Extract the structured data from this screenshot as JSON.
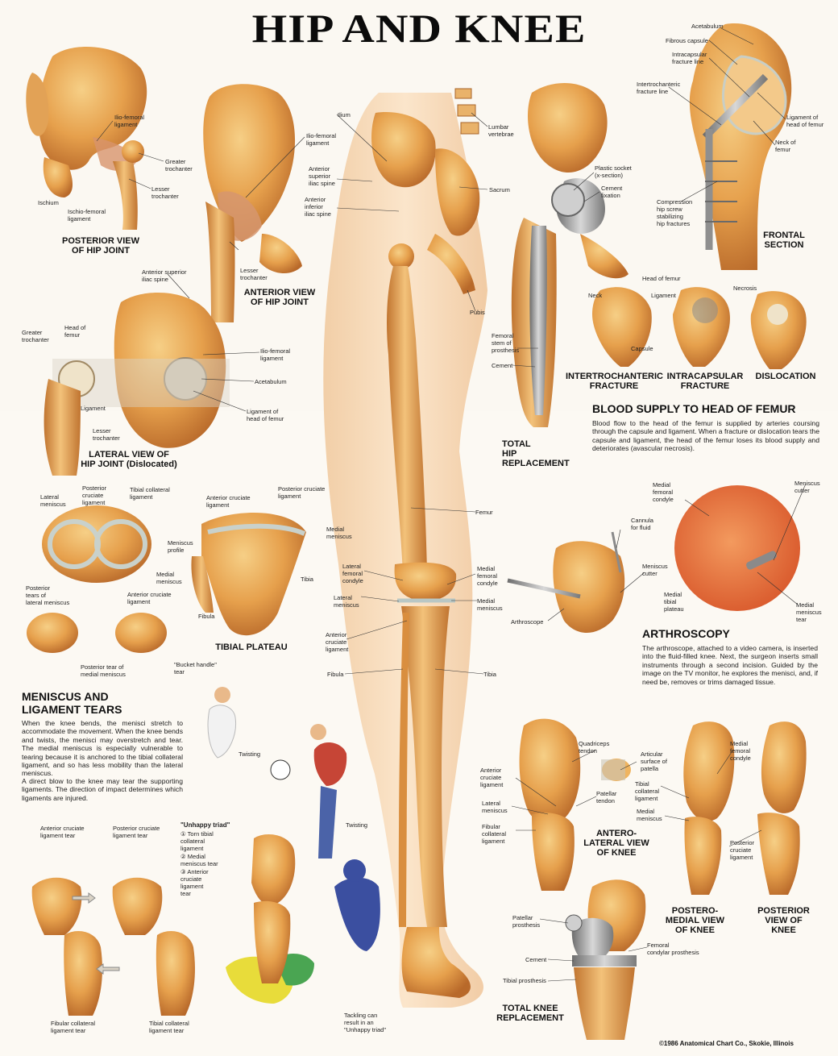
{
  "title": "HIP AND KNEE",
  "copyright": "©1986 Anatomical Chart Co., Skokie, Illinois",
  "colors": {
    "bone": "#e8a651",
    "bone_dark": "#b86a24",
    "ligament": "#d89b74",
    "metal": "#9b9b9b",
    "cartilage": "#cfd9d6",
    "background": "#fbf8f2"
  },
  "sections": {
    "posterior_hip": {
      "caption": "POSTERIOR VIEW\nOF HIP JOINT",
      "labels": [
        "Ilio-femoral\nligament",
        "Greater\ntrochanter",
        "Lesser\ntrochanter",
        "Ischium",
        "Ischio-femoral\nligament"
      ]
    },
    "anterior_hip": {
      "caption": "ANTERIOR VIEW\nOF HIP JOINT",
      "labels": [
        "Ilio-femoral\nligament",
        "Lesser\ntrochanter"
      ]
    },
    "lateral_hip": {
      "caption": "LATERAL VIEW OF\nHIP JOINT (Dislocated)",
      "labels": [
        "Anterior superior\niliac spine",
        "Ilio-femoral\nligament",
        "Acetabulum",
        "Ligament of\nhead of femur",
        "Greater\ntrochanter",
        "Head of\nfemur",
        "Ligament",
        "Lesser\ntrochanter"
      ]
    },
    "leg": {
      "labels": [
        "Ilium",
        "Lumbar\nvertebrae",
        "Anterior\nsuperior\niliac spine",
        "Sacrum",
        "Anterior\ninferior\niliac spine",
        "Pubis",
        "Femur",
        "Lateral\nfemoral\ncondyle",
        "Medial\nfemoral\ncondyle",
        "Lateral\nmeniscus",
        "Medial\nmeniscus",
        "Anterior\ncruciate\nligament",
        "Fibula",
        "Tibia"
      ]
    },
    "hip_replacement": {
      "caption": "TOTAL\nHIP\nREPLACEMENT",
      "labels": [
        "Plastic socket\n(x-section)",
        "Cement\nfixation",
        "Femoral\nstem of\nprosthesis",
        "Cement"
      ]
    },
    "frontal_section": {
      "caption": "FRONTAL\nSECTION",
      "labels": [
        "Acetabulum",
        "Fibrous capsule",
        "Intracapsular\nfracture line",
        "Intertrochanteric\nfracture line",
        "Ligament of\nhead of femur",
        "Neck of\nfemur",
        "Compression\nhip screw\nstabilizing\nhip fractures"
      ]
    },
    "fractures": {
      "captions": [
        "INTERTROCHANTERIC\nFRACTURE",
        "INTRACAPSULAR\nFRACTURE",
        "DISLOCATION"
      ],
      "labels": [
        "Head of femur",
        "Neck",
        "Ligament",
        "Capsule",
        "Necrosis"
      ]
    },
    "blood_supply": {
      "heading": "BLOOD SUPPLY TO HEAD OF FEMUR",
      "text": "Blood flow to the head of the femur is supplied by arteries coursing through the capsule and ligament. When a fracture or dislocation tears the capsule and ligament, the head of the femur loses its blood supply and deteriorates (avascular necrosis)."
    },
    "tibial_plateau": {
      "caption": "TIBIAL PLATEAU",
      "labels": [
        "Lateral\nmeniscus",
        "Posterior\ncruciate\nligament",
        "Tibial collateral\nligament",
        "Anterior cruciate\nligament",
        "Posterior cruciate\nligament",
        "Medial\nmeniscus",
        "Meniscus\nprofile",
        "Medial\nmeniscus",
        "Anterior cruciate\nligament",
        "Tibia",
        "Fibula",
        "Posterior\ntears of\nlateral meniscus",
        "Posterior tear of\nmedial meniscus",
        "\"Bucket handle\"\ntear"
      ]
    },
    "arthroscopy": {
      "heading": "ARTHROSCOPY",
      "text": "The arthroscope, attached to a video camera, is inserted into the fluid-filled knee. Next, the surgeon inserts small instruments through a second incision. Guided by the image on the TV monitor, he explores the menisci, and, if need be, removes or trims damaged tissue.",
      "labels": [
        "Medial\nfemoral\ncondyle",
        "Meniscus\ncutter",
        "Cannula\nfor fluid",
        "Meniscus\ncutter",
        "Medial\ntibial\nplateau",
        "Medial\nmeniscus\ntear",
        "Arthroscope"
      ]
    },
    "meniscus_tears": {
      "heading": "MENISCUS AND\nLIGAMENT TEARS",
      "paragraph1": "When the knee bends, the menisci stretch to accommodate the movement. When the knee bends and twists, the menisci may overstretch and tear. The medial meniscus is especially vulnerable to tearing because it is anchored to the tibial collateral ligament, and so has less mobility than the lateral meniscus.",
      "paragraph2": "A direct blow to the knee may tear the supporting ligaments. The direction of impact determines which ligaments are injured.",
      "labels": [
        "Twisting",
        "Twisting",
        "Anterior cruciate\nligament tear",
        "Posterior cruciate\nligament tear",
        "Fibular collateral\nligament tear",
        "Tibial collateral\nligament tear",
        "Tackling can\nresult in an\n\"Unhappy triad\""
      ],
      "triad_title": "\"Unhappy triad\"",
      "triad_items": [
        "① Torn tibial\ncollateral\nligament",
        "② Medial\nmeniscus tear",
        "③ Anterior\ncruciate\nligament\ntear"
      ]
    },
    "knee_views": {
      "captions": [
        "ANTERO-\nLATERAL VIEW\nOF KNEE",
        "POSTERO-\nMEDIAL VIEW\nOF KNEE",
        "POSTERIOR\nVIEW OF\nKNEE"
      ],
      "labels": [
        "Quadriceps\ntendon",
        "Articular\nsurface of\npatella",
        "Anterior\ncruciate\nligament",
        "Patellar\ntendon",
        "Lateral\nmeniscus",
        "Fibular\ncollateral\nligament",
        "Medial\nfemoral\ncondyle",
        "Tibial\ncollateral\nligament",
        "Medial\nmeniscus",
        "Posterior\ncruciate\nligament"
      ]
    },
    "knee_replacement": {
      "caption": "TOTAL KNEE\nREPLACEMENT",
      "labels": [
        "Patellar\nprosthesis",
        "Femoral\ncondylar prosthesis",
        "Cement",
        "Tibial prosthesis"
      ]
    }
  }
}
